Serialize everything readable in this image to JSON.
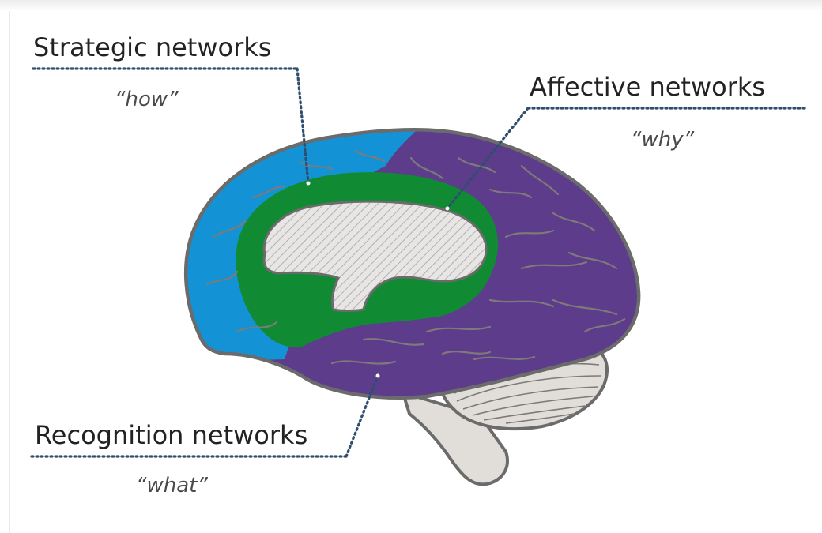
{
  "networks": {
    "strategic": {
      "label": "Strategic networks",
      "quote": "“how”"
    },
    "affective": {
      "label": "Affective networks",
      "quote": "“why”"
    },
    "recognition": {
      "label": "Recognition networks",
      "quote": "“what”"
    }
  },
  "colors": {
    "strategic": "#1492d6",
    "affective": "#108b34",
    "recognition": "#5d3c8c",
    "cerebellum": "#e1ddd8",
    "outline": "#6b6b6b",
    "leader": "#2f4e6e"
  }
}
